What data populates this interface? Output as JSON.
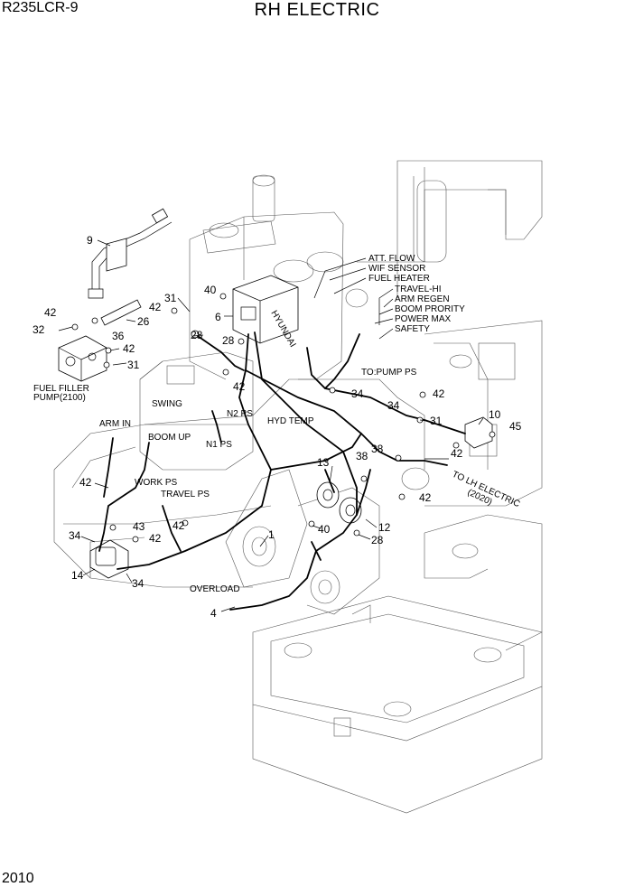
{
  "header": {
    "model": "R235LCR-9",
    "title": "RH ELECTRIC"
  },
  "footer": {
    "page_number": "2010"
  },
  "labels": {
    "att_flow": "ATT. FLOW",
    "wif_sensor": "WIF SENSOR",
    "fuel_heater": "FUEL HEATER",
    "travel_hi": "TRAVEL-HI",
    "arm_regen": "ARM REGEN",
    "boom_priority": "BOOM PRORITY",
    "power_max": "POWER MAX",
    "safety": "SAFETY",
    "to_pump_ps": "TO:PUMP PS",
    "fuel_filler_pump_1": "FUEL FILLER",
    "fuel_filler_pump_2": "PUMP(2100)",
    "swing": "SWING",
    "n2_ps": "N2 PS",
    "n1_ps": "N1 PS",
    "arm_in": "ARM IN",
    "boom_up": "BOOM UP",
    "hyd_temp": "HYD TEMP",
    "work_ps": "WORK PS",
    "travel_ps": "TRAVEL PS",
    "to_lh_electric_1": "TO LH ELECTRIC",
    "to_lh_electric_2": "(2020)",
    "overload": "OVERLOAD",
    "ecu_brand": "HYUNDAI"
  },
  "callouts": {
    "c9": "9",
    "c40a": "40",
    "c31a": "31",
    "c42a": "42",
    "c26": "26",
    "c32": "32",
    "c42b": "42",
    "c36": "36",
    "c42c": "42",
    "c31b": "31",
    "c28a": "28",
    "c6": "6",
    "c28b": "28",
    "c42d": "42",
    "c34a": "34",
    "c42e": "42",
    "c10": "10",
    "c31c": "31",
    "c45": "45",
    "c42f": "42",
    "c38a": "38",
    "c38b": "38",
    "c13": "13",
    "c42g": "42",
    "c42h": "42",
    "c43": "43",
    "c42i": "42",
    "c34b": "34",
    "c14": "14",
    "c34c": "34",
    "c1": "1",
    "c40b": "40",
    "c12": "12",
    "c28c": "28",
    "c4": "4",
    "c34d": "34",
    "c42j": "42"
  }
}
